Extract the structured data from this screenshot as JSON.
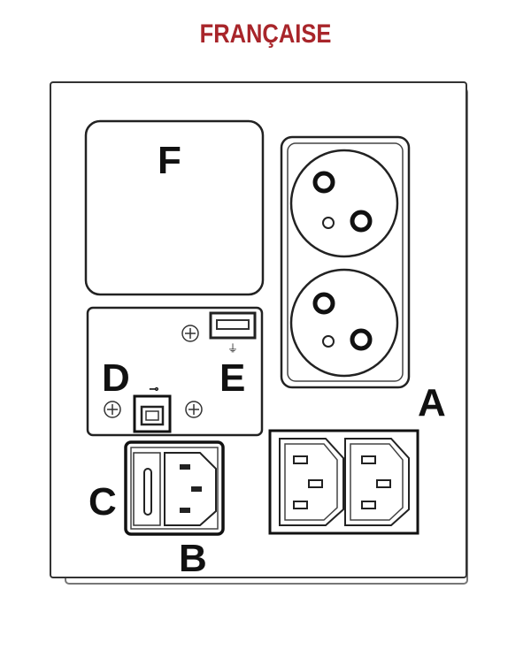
{
  "title": "FRANÇAISE",
  "title_color": "#a8252a",
  "labels": {
    "A": "A",
    "B": "B",
    "C": "C",
    "D": "D",
    "E": "E",
    "F": "F"
  }
}
